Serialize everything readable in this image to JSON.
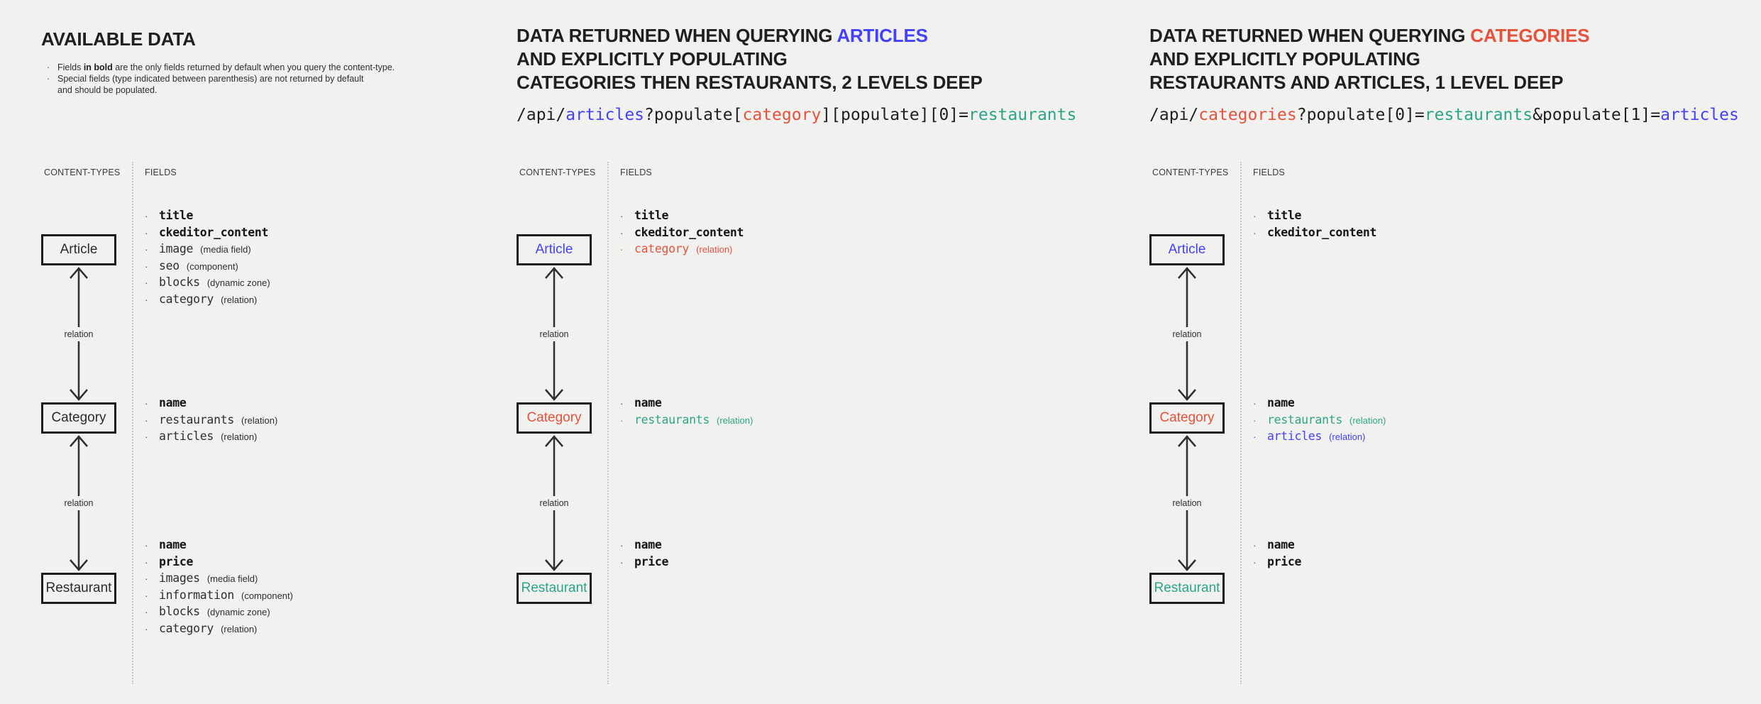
{
  "colors": {
    "background": "#f1f1ef",
    "ink": "#1f1f1f",
    "blue": "#4440ff",
    "red": "#e8513a",
    "teal": "#2ba58a"
  },
  "panels": [
    {
      "title": "AVAILABLE DATA",
      "notes": [
        {
          "pre": "Fields ",
          "bold": "in bold",
          "post": " are the only fields returned by default when you query the content-type."
        },
        {
          "pre": "Special fields (type indicated between parenthesis) are not returned by default",
          "bold": "",
          "post": "and should be populated."
        }
      ],
      "diagram": {
        "content_types_label": "CONTENT-TYPES",
        "fields_label": "FIELDS",
        "relation_label": "relation",
        "nodes": [
          {
            "name": "Article",
            "fields": [
              {
                "name": "title",
                "type": ""
              },
              {
                "name": "ckeditor_content",
                "type": ""
              },
              {
                "name": "image",
                "type": "(media field)"
              },
              {
                "name": "seo",
                "type": "(component)"
              },
              {
                "name": "blocks",
                "type": "(dynamic zone)"
              },
              {
                "name": "category",
                "type": "(relation)"
              }
            ]
          },
          {
            "name": "Category",
            "fields": [
              {
                "name": "name",
                "type": ""
              },
              {
                "name": "restaurants",
                "type": "(relation)"
              },
              {
                "name": "articles",
                "type": "(relation)"
              }
            ]
          },
          {
            "name": "Restaurant",
            "fields": [
              {
                "name": "name",
                "type": ""
              },
              {
                "name": "price",
                "type": ""
              },
              {
                "name": "images",
                "type": "(media field)"
              },
              {
                "name": "information",
                "type": "(component)"
              },
              {
                "name": "blocks",
                "type": "(dynamic zone)"
              },
              {
                "name": "category",
                "type": "(relation)"
              }
            ]
          }
        ]
      }
    },
    {
      "heading": {
        "line1_pre": "DATA RETURNED WHEN QUERYING ",
        "line1_highlight": "ARTICLES",
        "line2": "AND EXPLICITLY POPULATING",
        "line3": "CATEGORIES THEN RESTAURANTS, 2 LEVELS DEEP"
      },
      "url_segments": [
        {
          "text": "/api/"
        },
        {
          "text": "articles"
        },
        {
          "text": "?populate["
        },
        {
          "text": "category"
        },
        {
          "text": "][populate][0]="
        },
        {
          "text": "restaurants"
        }
      ],
      "diagram": {
        "content_types_label": "CONTENT-TYPES",
        "fields_label": "FIELDS",
        "relation_label": "relation",
        "nodes": [
          {
            "name": "Article",
            "fields": [
              {
                "name": "title",
                "type": ""
              },
              {
                "name": "ckeditor_content",
                "type": ""
              },
              {
                "name": "category",
                "type": "(relation)"
              }
            ]
          },
          {
            "name": "Category",
            "fields": [
              {
                "name": "name",
                "type": ""
              },
              {
                "name": "restaurants",
                "type": "(relation)"
              }
            ]
          },
          {
            "name": "Restaurant",
            "fields": [
              {
                "name": "name",
                "type": ""
              },
              {
                "name": "price",
                "type": ""
              }
            ]
          }
        ]
      }
    },
    {
      "heading": {
        "line1_pre": "DATA RETURNED WHEN QUERYING ",
        "line1_highlight": "CATEGORIES",
        "line2": "AND EXPLICITLY POPULATING",
        "line3": "RESTAURANTS AND ARTICLES, 1 LEVEL DEEP"
      },
      "url_segments": [
        {
          "text": "/api/"
        },
        {
          "text": "categories"
        },
        {
          "text": "?populate[0]="
        },
        {
          "text": "restaurants"
        },
        {
          "text": "&populate[1]="
        },
        {
          "text": "articles"
        }
      ],
      "diagram": {
        "content_types_label": "CONTENT-TYPES",
        "fields_label": "FIELDS",
        "relation_label": "relation",
        "nodes": [
          {
            "name": "Article",
            "fields": [
              {
                "name": "title",
                "type": ""
              },
              {
                "name": "ckeditor_content",
                "type": ""
              }
            ]
          },
          {
            "name": "Category",
            "fields": [
              {
                "name": "name",
                "type": ""
              },
              {
                "name": "restaurants",
                "type": "(relation)"
              },
              {
                "name": "articles",
                "type": "(relation)"
              }
            ]
          },
          {
            "name": "Restaurant",
            "fields": [
              {
                "name": "name",
                "type": ""
              },
              {
                "name": "price",
                "type": ""
              }
            ]
          }
        ]
      }
    }
  ]
}
